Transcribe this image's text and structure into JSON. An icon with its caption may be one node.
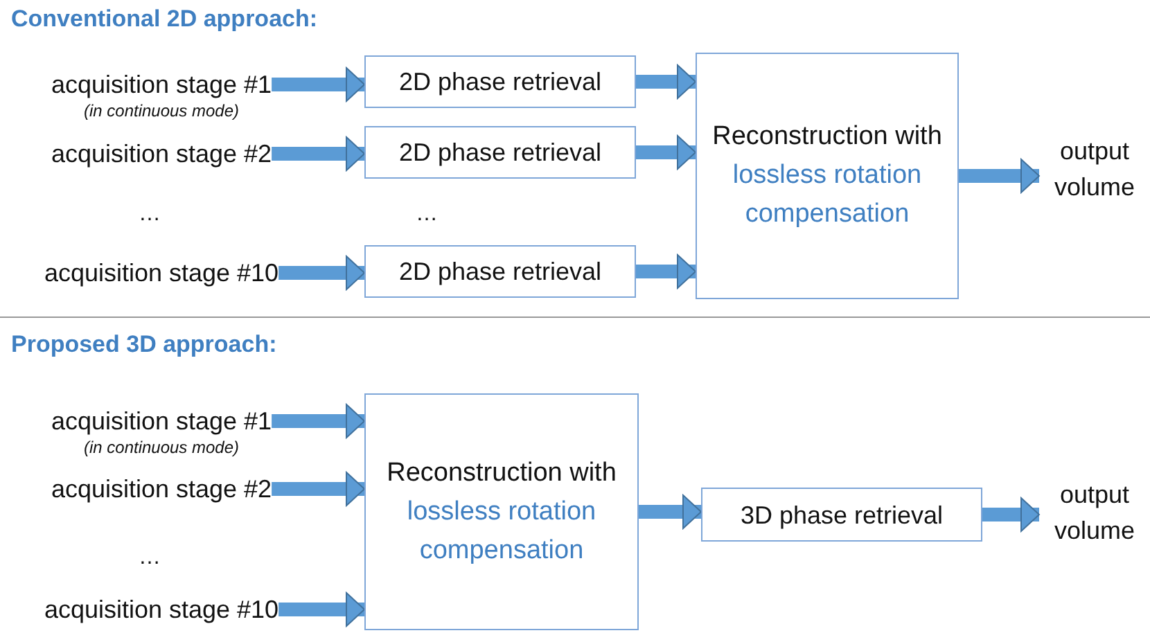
{
  "diagram": {
    "nodes": [
      {
        "text": [
          "acquisition stage #1"
        ],
        "beside": [
          "(in continuous mode)"
        ]
      },
      {
        "text": [
          "acquisition stage #2"
        ]
      },
      {
        "text": [
          "acquisition stage #10"
        ]
      },
      {
        "text": [
          "2D phase retrieval"
        ]
      },
      {
        "text": [
          "2D phase retrieval"
        ]
      },
      {
        "text": [
          "2D phase retrieval"
        ]
      },
      {
        "text": [
          "Reconstruction with",
          "lossless rotation compensation"
        ]
      },
      {
        "text": [
          "output volume"
        ]
      },
      {
        "text": [
          "acquisition stage #1"
        ],
        "beside": [
          "(in continuous mode)"
        ]
      },
      {
        "text": [
          "acquisition stage #2"
        ]
      },
      {
        "text": [
          "acquisition stage #10"
        ]
      },
      {
        "text": [
          "Reconstruction with",
          "lossless rotation compensation"
        ]
      },
      {
        "text": [
          "3D phase retrieval"
        ]
      },
      {
        "text": [
          "output volume"
        ]
      }
    ],
    "edges": [
      {
        "from": 0,
        "to": 3,
        "arrow": "to"
      },
      {
        "from": 1,
        "to": 4,
        "arrow": "to"
      },
      {
        "from": 2,
        "to": 5,
        "arrow": "to"
      },
      {
        "from": 3,
        "to": 6,
        "arrow": "to"
      },
      {
        "from": 4,
        "to": 6,
        "arrow": "to"
      },
      {
        "from": 5,
        "to": 6,
        "arrow": "to"
      },
      {
        "from": 6,
        "to": 7,
        "arrow": "to"
      },
      {
        "from": 8,
        "to": 11,
        "arrow": "to"
      },
      {
        "from": 9,
        "to": 11,
        "arrow": "to"
      },
      {
        "from": 10,
        "to": 11,
        "arrow": "to"
      },
      {
        "from": 11,
        "to": 12,
        "arrow": "to"
      },
      {
        "from": 12,
        "to": 13,
        "arrow": "to"
      }
    ],
    "labels": [
      "Conventional 2D approach:",
      "…",
      "…",
      "Proposed 3D approach:",
      "…"
    ]
  }
}
